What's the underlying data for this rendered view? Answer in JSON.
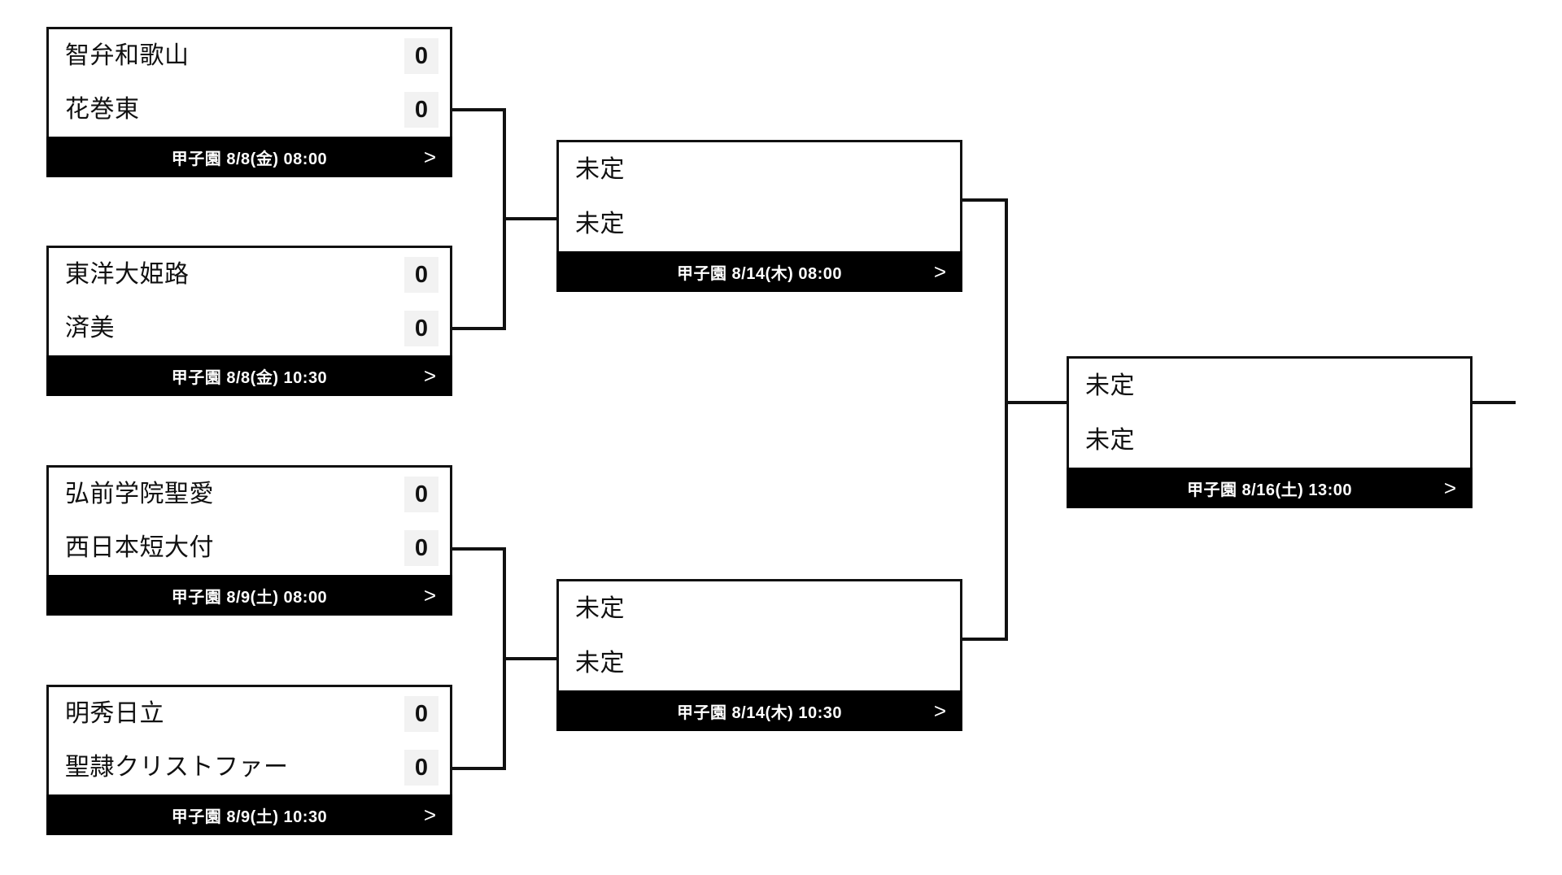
{
  "venue_label": "甲子園",
  "tbd_label": "未定",
  "chevron": ">",
  "colors": {
    "line": "#111111",
    "footer_bg": "#000000",
    "footer_text": "#ffffff",
    "score_chip_bg": "#f2f2f2",
    "card_bg": "#ffffff",
    "page_bg": "#ffffff"
  },
  "rounds": [
    {
      "name": "quarterfinals",
      "matches": [
        {
          "id": "qf1",
          "teams": [
            {
              "name": "智弁和歌山",
              "score": "0"
            },
            {
              "name": "花巻東",
              "score": "0"
            }
          ],
          "footer": "甲子園 8/8(金) 08:00",
          "venue": "甲子園",
          "date": "8/8(金)",
          "time": "08:00"
        },
        {
          "id": "qf2",
          "teams": [
            {
              "name": "東洋大姫路",
              "score": "0"
            },
            {
              "name": "済美",
              "score": "0"
            }
          ],
          "footer": "甲子園 8/8(金) 10:30",
          "venue": "甲子園",
          "date": "8/8(金)",
          "time": "10:30"
        },
        {
          "id": "qf3",
          "teams": [
            {
              "name": "弘前学院聖愛",
              "score": "0"
            },
            {
              "name": "西日本短大付",
              "score": "0"
            }
          ],
          "footer": "甲子園 8/9(土) 08:00",
          "venue": "甲子園",
          "date": "8/9(土)",
          "time": "08:00"
        },
        {
          "id": "qf4",
          "teams": [
            {
              "name": "明秀日立",
              "score": "0"
            },
            {
              "name": "聖隷クリストファー",
              "score": "0"
            }
          ],
          "footer": "甲子園 8/9(土) 10:30",
          "venue": "甲子園",
          "date": "8/9(土)",
          "time": "10:30"
        }
      ]
    },
    {
      "name": "semifinals",
      "matches": [
        {
          "id": "sf1",
          "teams": [
            {
              "name": "未定",
              "score": ""
            },
            {
              "name": "未定",
              "score": ""
            }
          ],
          "footer": "甲子園 8/14(木) 08:00",
          "venue": "甲子園",
          "date": "8/14(木)",
          "time": "08:00"
        },
        {
          "id": "sf2",
          "teams": [
            {
              "name": "未定",
              "score": ""
            },
            {
              "name": "未定",
              "score": ""
            }
          ],
          "footer": "甲子園 8/14(木) 10:30",
          "venue": "甲子園",
          "date": "8/14(木)",
          "time": "10:30"
        }
      ]
    },
    {
      "name": "final",
      "matches": [
        {
          "id": "f1",
          "teams": [
            {
              "name": "未定",
              "score": ""
            },
            {
              "name": "未定",
              "score": ""
            }
          ],
          "footer": "甲子園 8/16(土) 13:00",
          "venue": "甲子園",
          "date": "8/16(土)",
          "time": "13:00"
        }
      ]
    }
  ]
}
